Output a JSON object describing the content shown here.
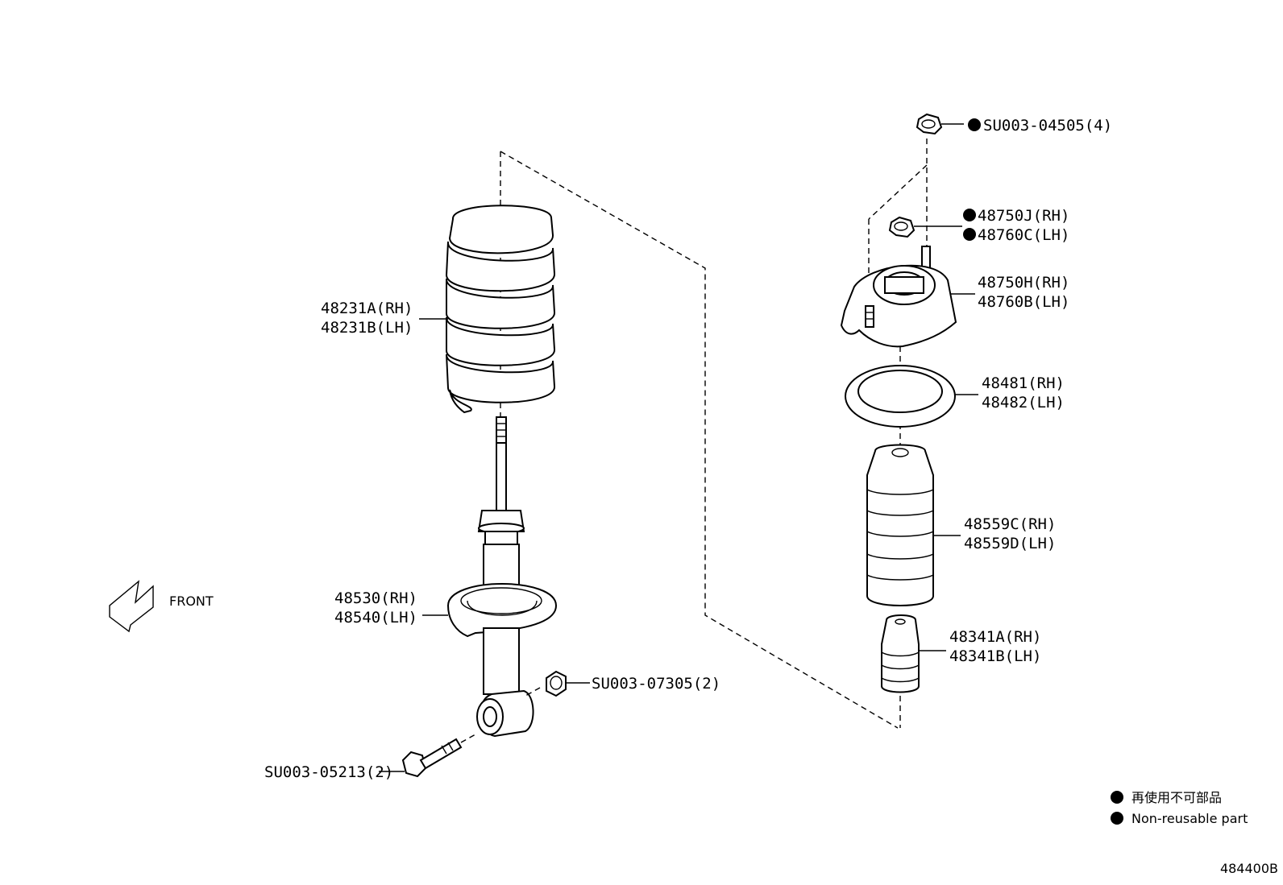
{
  "callouts": {
    "nut_top": "SU003-04505(4)",
    "nut_rh": "48750J(RH)",
    "nut_lh": "48760C(LH)",
    "mount_rh": "48750H(RH)",
    "mount_lh": "48760B(LH)",
    "seat_rh": "48481(RH)",
    "seat_lh": "48482(LH)",
    "boot_rh": "48559C(RH)",
    "boot_lh": "48559D(LH)",
    "bumper_rh": "48341A(RH)",
    "bumper_lh": "48341B(LH)",
    "spring_rh": "48231A(RH)",
    "spring_lh": "48231B(LH)",
    "shock_rh": "48530(RH)",
    "shock_lh": "48540(LH)",
    "nut_lower": "SU003-07305(2)",
    "bolt_lower": "SU003-05213(2)"
  },
  "front_label": "FRONT",
  "legend": {
    "jp": "再使用不可部品",
    "en": "Non-reusable part"
  },
  "diagram_id": "484400B"
}
